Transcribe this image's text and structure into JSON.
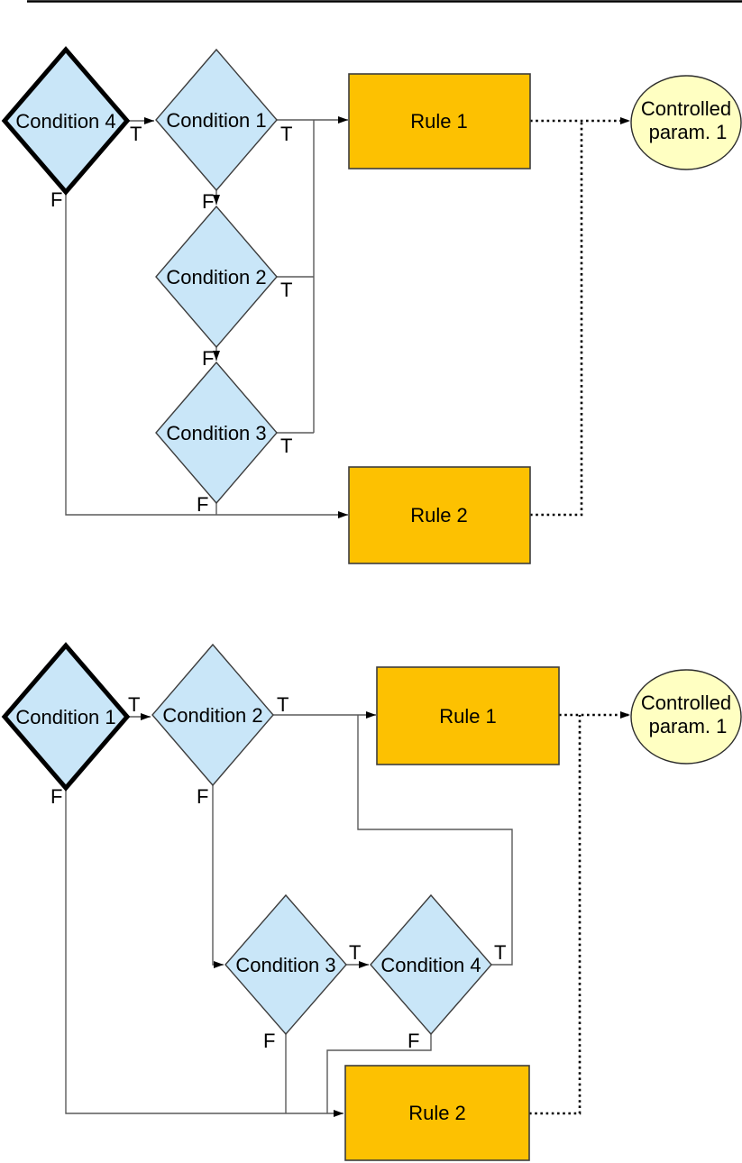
{
  "labels": {
    "true": "T",
    "false": "F"
  },
  "diagram_top": {
    "condition4": "Condition 4",
    "condition1": "Condition 1",
    "condition2": "Condition 2",
    "condition3": "Condition 3",
    "rule1": "Rule 1",
    "rule2": "Rule 2",
    "controlled_param_line1": "Controlled",
    "controlled_param_line2": "param. 1"
  },
  "diagram_bottom": {
    "condition1": "Condition 1",
    "condition2": "Condition 2",
    "condition3": "Condition 3",
    "condition4": "Condition 4",
    "rule1": "Rule 1",
    "rule2": "Rule 2",
    "controlled_param_line1": "Controlled",
    "controlled_param_line2": "param. 1"
  },
  "colors": {
    "condition_fill": "#c9e6f8",
    "condition_border": "#3d3d3d",
    "thick_border": "#000000",
    "rule_fill": "#fdc101",
    "rule_border": "#3d3d3d",
    "param_fill": "#ffffc2",
    "param_border": "#2b2b2b",
    "line_color": "#5a5a5a",
    "dotted_color": "#000000",
    "arrow_color": "#000000",
    "page_border": "#000000"
  }
}
